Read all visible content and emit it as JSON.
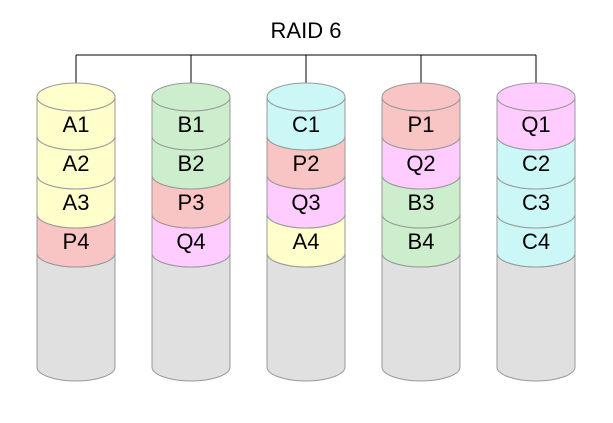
{
  "title": "RAID 6",
  "colors": {
    "A": "#ffffcc",
    "B": "#cceecc",
    "C": "#ccf7f7",
    "P": "#f9c4c4",
    "Q": "#ffccff",
    "empty": "#e0e0e0",
    "stroke": "#999999",
    "line": "#000000"
  },
  "disks": [
    {
      "name": "disk-1",
      "blocks": [
        {
          "label": "A1",
          "kind": "A"
        },
        {
          "label": "A2",
          "kind": "A"
        },
        {
          "label": "A3",
          "kind": "A"
        },
        {
          "label": "P4",
          "kind": "P"
        }
      ]
    },
    {
      "name": "disk-2",
      "blocks": [
        {
          "label": "B1",
          "kind": "B"
        },
        {
          "label": "B2",
          "kind": "B"
        },
        {
          "label": "P3",
          "kind": "P"
        },
        {
          "label": "Q4",
          "kind": "Q"
        }
      ]
    },
    {
      "name": "disk-3",
      "blocks": [
        {
          "label": "C1",
          "kind": "C"
        },
        {
          "label": "P2",
          "kind": "P"
        },
        {
          "label": "Q3",
          "kind": "Q"
        },
        {
          "label": "A4",
          "kind": "A"
        }
      ]
    },
    {
      "name": "disk-4",
      "blocks": [
        {
          "label": "P1",
          "kind": "P"
        },
        {
          "label": "Q2",
          "kind": "Q"
        },
        {
          "label": "B3",
          "kind": "B"
        },
        {
          "label": "B4",
          "kind": "B"
        }
      ]
    },
    {
      "name": "disk-5",
      "blocks": [
        {
          "label": "Q1",
          "kind": "Q"
        },
        {
          "label": "C2",
          "kind": "C"
        },
        {
          "label": "C3",
          "kind": "C"
        },
        {
          "label": "C4",
          "kind": "C"
        }
      ]
    }
  ]
}
